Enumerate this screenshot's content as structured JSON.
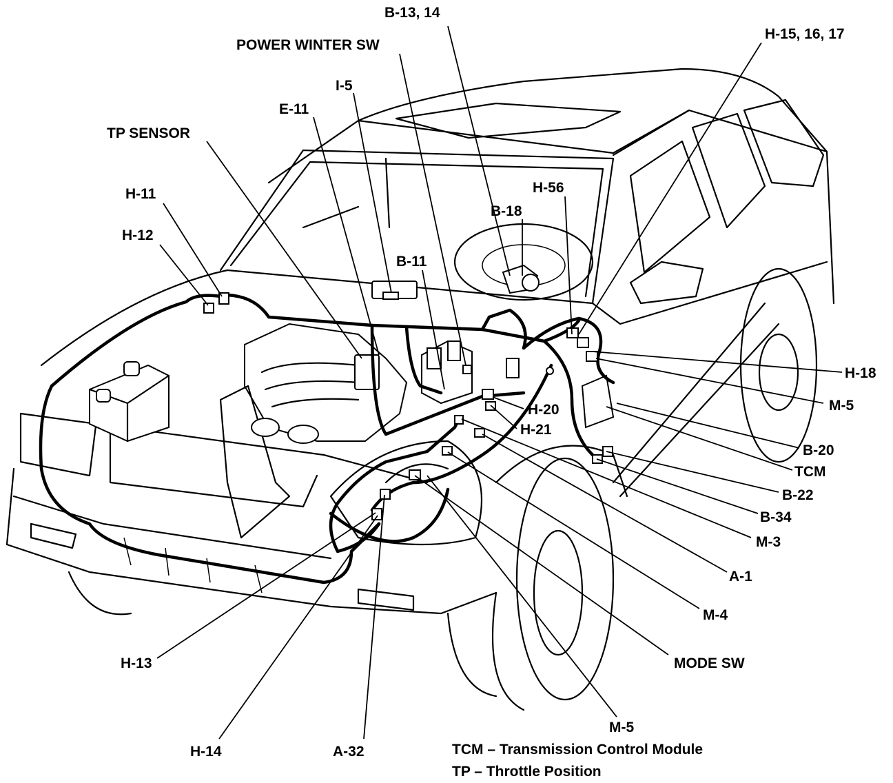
{
  "labels": {
    "b13_14": "B-13, 14",
    "power_winter_sw": "POWER WINTER SW",
    "h15_16_17": "H-15, 16, 17",
    "i5": "I-5",
    "e11": "E-11",
    "tp_sensor": "TP SENSOR",
    "h56": "H-56",
    "b18": "B-18",
    "h11": "H-11",
    "h12": "H-12",
    "b11": "B-11",
    "h18": "H-18",
    "m5_right": "M-5",
    "h20": "H-20",
    "h21": "H-21",
    "b20": "B-20",
    "tcm": "TCM",
    "b22": "B-22",
    "b34": "B-34",
    "m3": "M-3",
    "a1": "A-1",
    "m4": "M-4",
    "mode_sw": "MODE SW",
    "h13": "H-13",
    "h14": "H-14",
    "a32": "A-32",
    "m5_bottom": "M-5"
  },
  "legend": {
    "tcm_def": "TCM – Transmission Control Module",
    "tp_def": "TP – Throttle Position"
  }
}
